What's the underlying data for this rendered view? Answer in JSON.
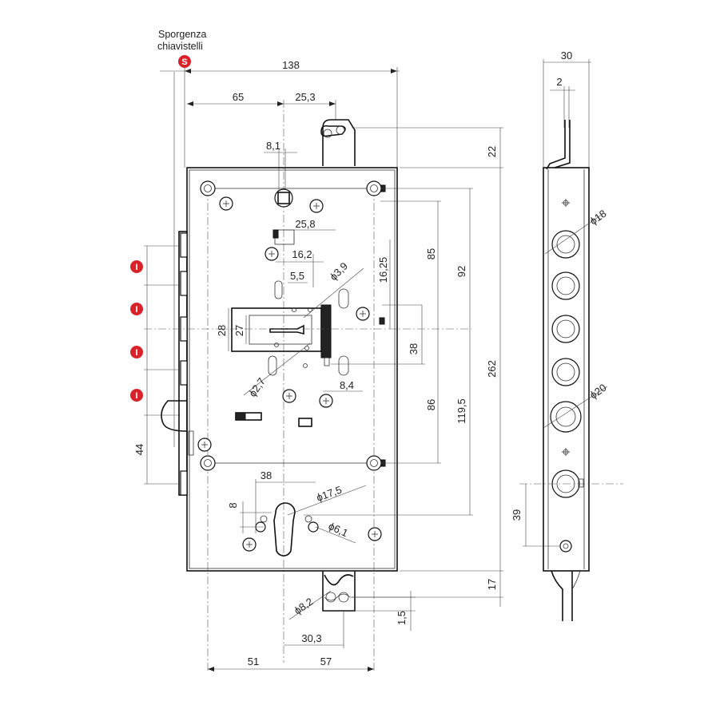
{
  "header": {
    "label_line1": "Sporgenza",
    "label_line2": "chiavistelli",
    "badge_s": "S",
    "badge_i": "I"
  },
  "dimensions": {
    "overall_width": "138",
    "d65": "65",
    "d25_3": "25,3",
    "d8_1": "8,1",
    "d25_8": "25,8",
    "d16_2": "16,2",
    "d5_5": "5,5",
    "phi3_9": "ϕ3,9",
    "d16_25": "16,25",
    "d85": "85",
    "d92": "92",
    "d22": "22",
    "d28": "28",
    "d27": "27",
    "d38_right": "38",
    "phi2_7": "ϕ2,7",
    "d8_4": "8,4",
    "d86": "86",
    "d119_5": "119,5",
    "d262": "262",
    "d44": "44",
    "d38_bottom": "38",
    "d8": "8",
    "phi17_5": "ϕ17,5",
    "phi6_1": "ϕ6,1",
    "phi8_2": "ϕ8,2",
    "d17": "17",
    "d1_5": "1,5",
    "d30_3": "30,3",
    "d51": "51",
    "d57": "57"
  },
  "side_view": {
    "d30": "30",
    "d2": "2",
    "phi18": "ϕ18",
    "phi20": "ϕ20",
    "d39": "39"
  },
  "colors": {
    "badge": "#d9232a",
    "line": "#111111"
  }
}
